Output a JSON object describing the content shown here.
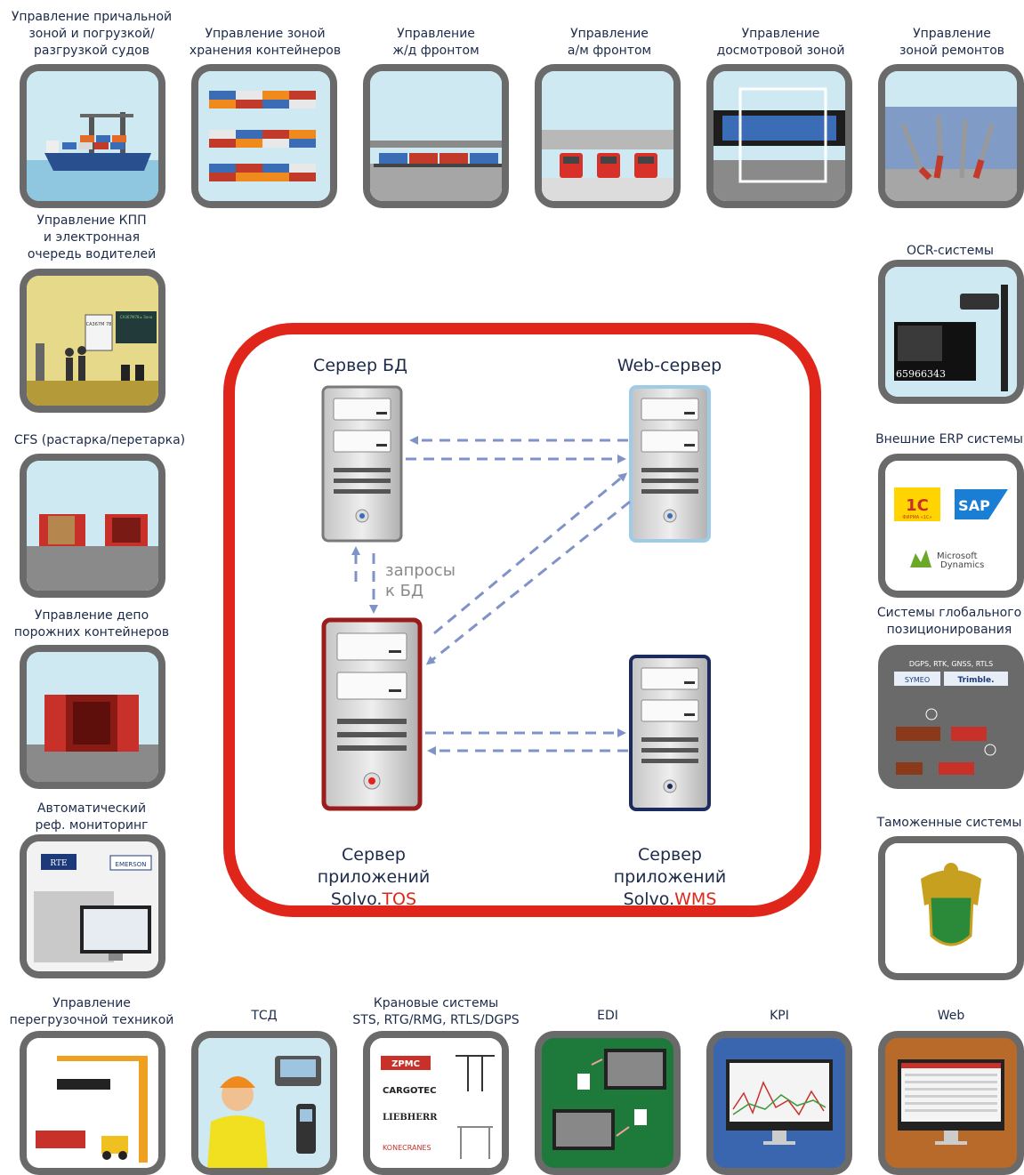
{
  "top_labels": {
    "berth": "Управление причальной\nзоной и погрузкой/\nразгрузкой судов",
    "storage": "Управление зоной\nхранения контейнеров",
    "rail": "Управление\nж/д фронтом",
    "truck": "Управление\nа/м фронтом",
    "inspection": "Управление\nдосмотровой зоной",
    "repair": "Управление\nзоной ремонтов"
  },
  "left_labels": {
    "gate": "Управление КПП\nи электронная\nочередь водителей",
    "cfs": "CFS (растарка/перетарка)",
    "depot": "Управление депо\nпорожних контейнеров",
    "reefer": "Автоматический\nреф. мониторинг"
  },
  "right_labels": {
    "ocr": "OCR-системы",
    "erp": "Внешние ERP системы",
    "gps": "Системы глобального\nпозиционирования",
    "customs": "Таможенные системы"
  },
  "bottom_labels": {
    "equipment": "Управление\nперегрузочной техникой",
    "tsd": "ТСД",
    "crane": "Крановые системы\nSTS, RTG/RMG, RTLS/DGPS",
    "edi": "EDI",
    "kpi": "KPI",
    "web": "Web"
  },
  "center": {
    "db_server": "Сервер БД",
    "web_server": "Web-сервер",
    "db_queries": "запросы\nк БД",
    "app_tos_prefix": "Сервер\nприложений\nSolvo.",
    "app_tos_suffix": "TOS",
    "app_wms_prefix": "Сервер\nприложений\nSolvo.",
    "app_wms_suffix": "WMS"
  },
  "tile_text": {
    "ocr_number": "65966343",
    "gps_header": "DGPS, RTK, GNSS, RTLS",
    "gps_symeo": "SYMEO",
    "gps_trimble": "Trimble.",
    "erp_1c": "1С",
    "erp_1c_sub": "ФИРМА «1С»",
    "erp_sap": "SAP",
    "erp_ms": "Microsoft\nDynamics",
    "reefer_rte": "RTE",
    "reefer_emerson": "EMERSON",
    "crane_zpmc": "ZPMC",
    "crane_cargotec": "CARGOTEC",
    "crane_liebherr": "LIEBHERR",
    "crane_konecranes": "KONECRANES",
    "gate_sign": "CA367M 78",
    "gate_board": "CA367M78 ▸ Зона"
  },
  "colors": {
    "frame": "#e0261b",
    "tile_border": "#6a6a6a",
    "arrow": "#7f93c8",
    "text": "#1c2b4a",
    "tos_border": "#9b1c1c",
    "web_border": "#9fcbe6",
    "wms_border": "#1c2b5e"
  }
}
